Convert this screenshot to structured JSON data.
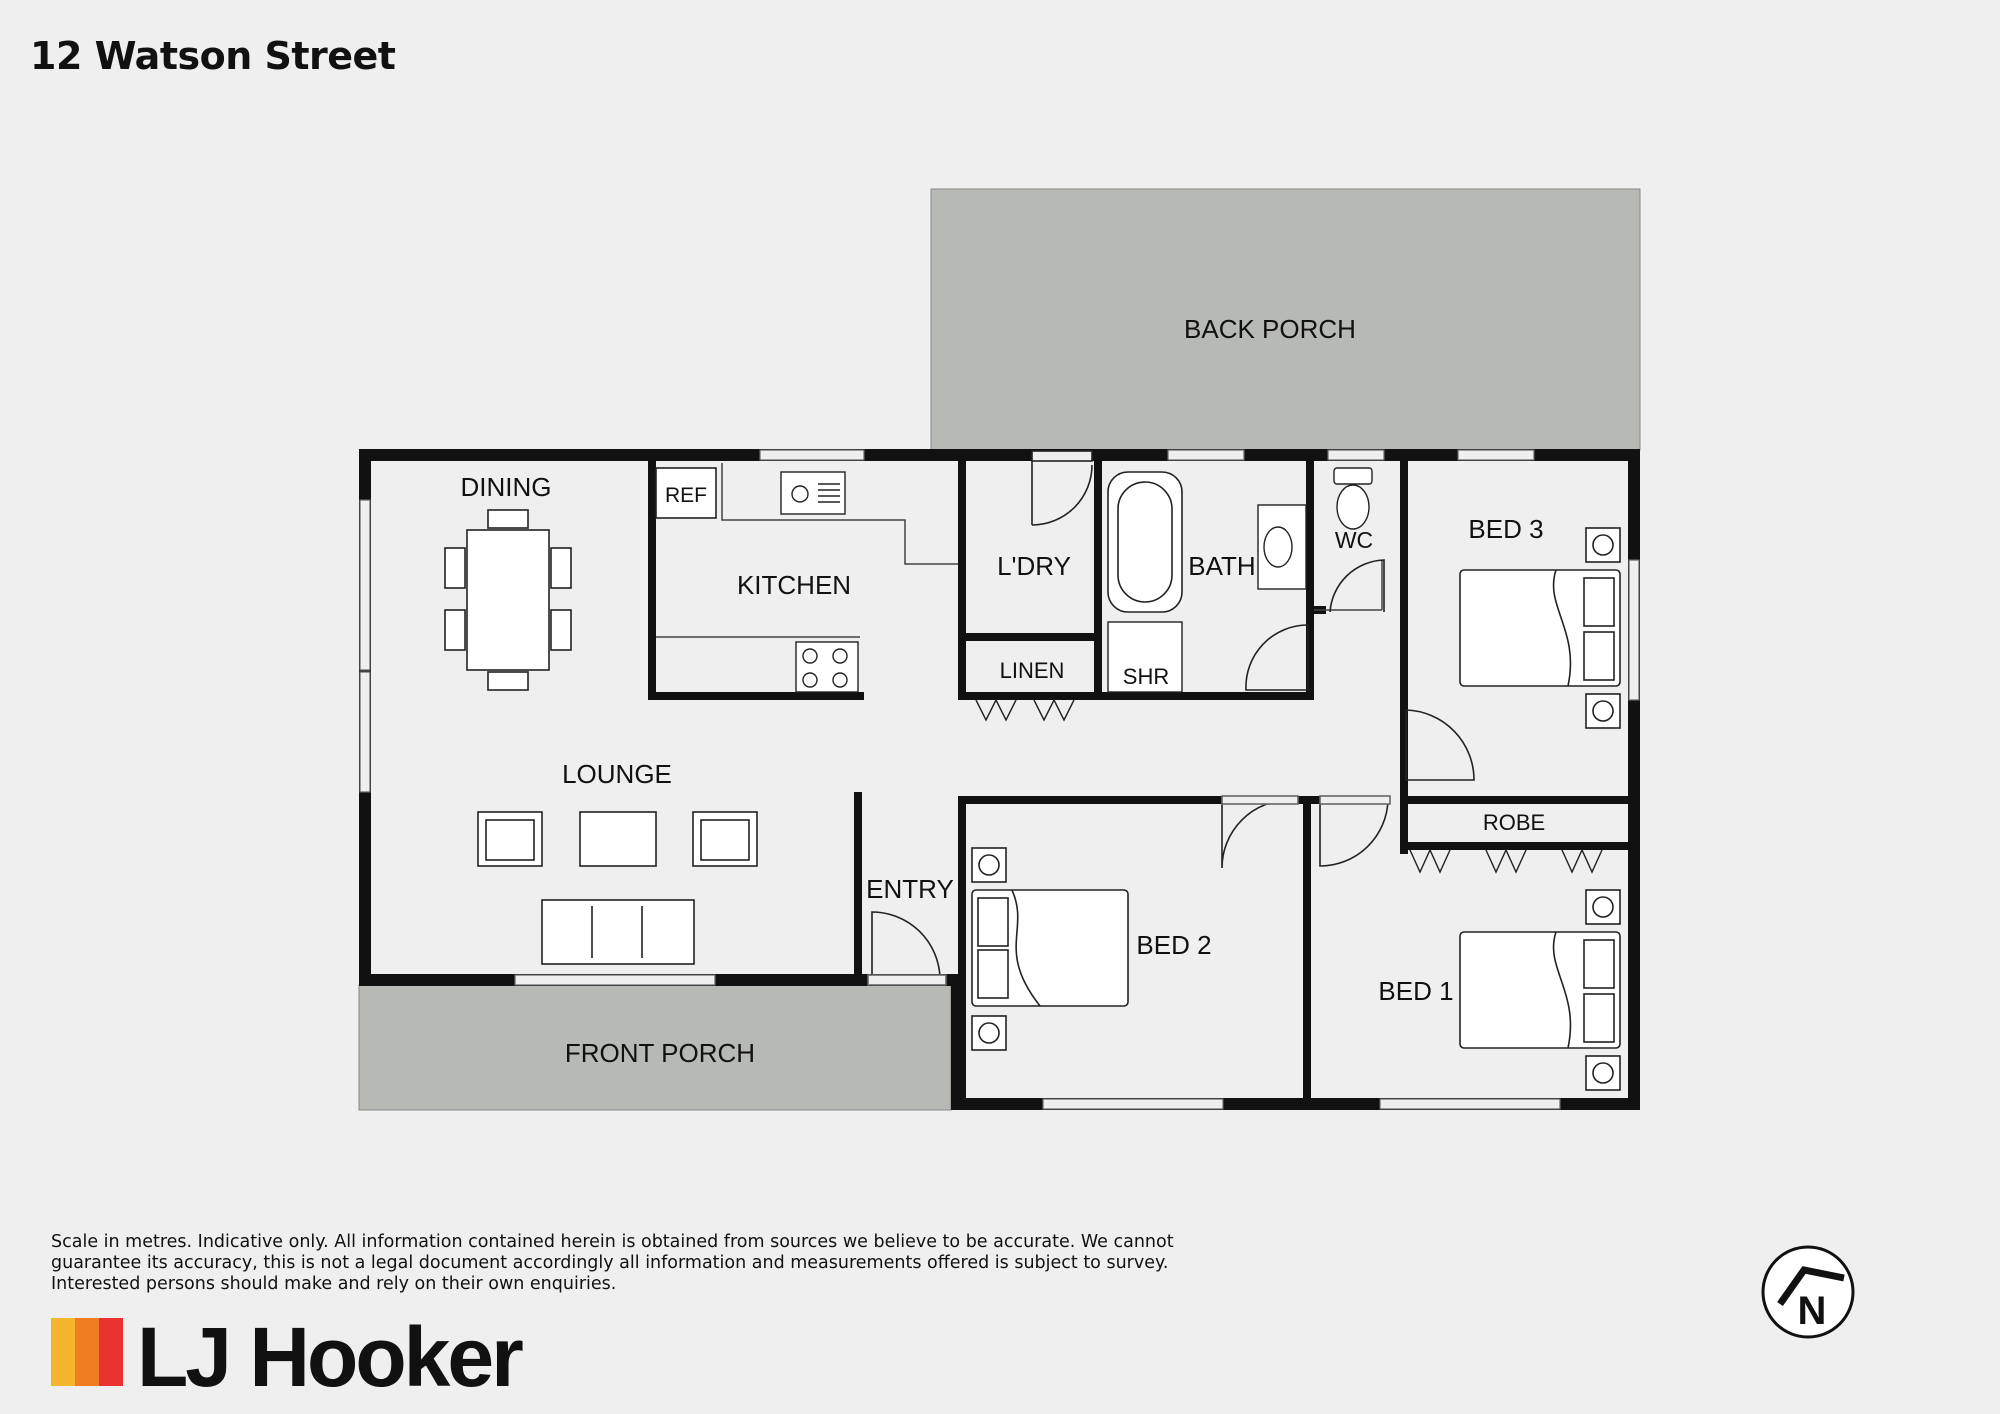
{
  "header": {
    "title": "12 Watson Street"
  },
  "rooms": {
    "back_porch": "BACK PORCH",
    "dining": "DINING",
    "ref": "REF",
    "kitchen": "KITCHEN",
    "laundry": "L'DRY",
    "bath": "BATH",
    "wc": "WC",
    "bed3": "BED 3",
    "linen": "LINEN",
    "shr": "SHR",
    "lounge": "LOUNGE",
    "robe": "ROBE",
    "entry": "ENTRY",
    "bed2": "BED 2",
    "bed1": "BED 1",
    "front_porch": "FRONT PORCH"
  },
  "footer": {
    "disclaimer": "Scale in metres. Indicative only. All information contained herein is obtained from sources we believe to be accurate. We cannot guarantee its accuracy, this is not a legal document accordingly all information and measurements offered is subject to survey. Interested persons should make and rely on their own enquiries.",
    "brand": "LJ Hooker",
    "compass_letter": "N"
  },
  "colors": {
    "background": "#efefef",
    "wall": "#111111",
    "porch": "#b6b9b4",
    "brand_yellow": "#f5b52e",
    "brand_orange": "#f07d22",
    "brand_red": "#e8322f"
  },
  "icons": [
    "compass-icon",
    "bed-icon",
    "toilet-icon",
    "bathtub-icon",
    "basin-icon",
    "sink-icon",
    "stove-icon",
    "table-icon",
    "sofa-icon",
    "armchair-icon",
    "door-icon"
  ]
}
